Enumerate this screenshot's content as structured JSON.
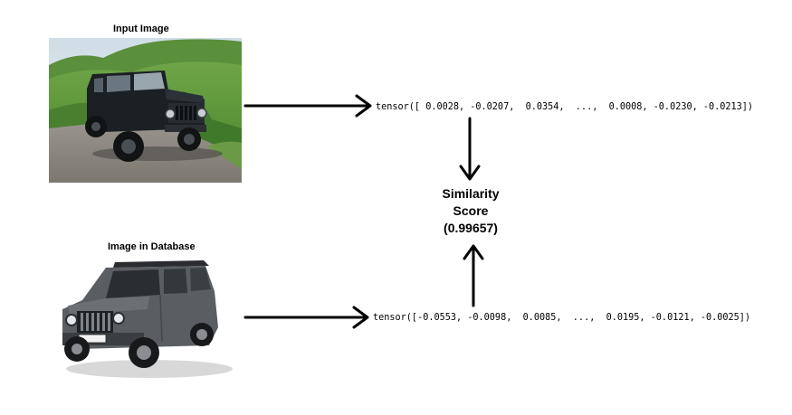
{
  "input": {
    "label": "Input Image",
    "tensor": "tensor([ 0.0028, -0.0207,  0.0354,  ...,  0.0008, -0.0230, -0.0213])"
  },
  "database": {
    "label": "Image in Database",
    "tensor": "tensor([-0.0553, -0.0098,  0.0085,  ...,  0.0195, -0.0121, -0.0025])"
  },
  "score": {
    "line1": "Similarity",
    "line2": "Score",
    "line3": "(0.99657)"
  },
  "colors": {
    "sky": "#dfe9ef",
    "hill": "#5f9a3c",
    "road": "#8d8a84",
    "jeep_dark": "#1c2125",
    "suv_grey": "#5a5d62"
  },
  "icons": [
    "jeep-photo",
    "suv-photo"
  ]
}
